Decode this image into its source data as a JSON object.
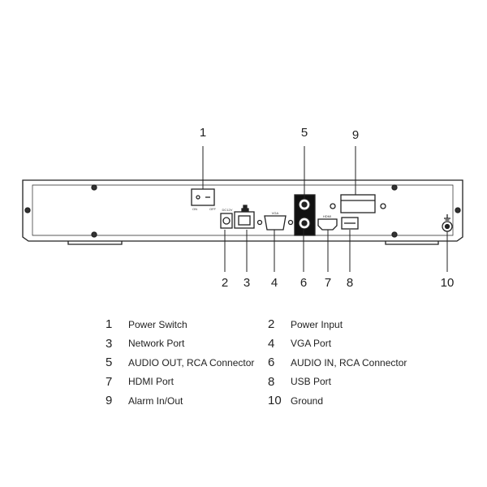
{
  "callouts": [
    "1",
    "2",
    "3",
    "4",
    "5",
    "6",
    "7",
    "8",
    "9",
    "10"
  ],
  "panel_marks": {
    "on": "ON",
    "off": "OFF",
    "power": "DC12V",
    "vga": "VGA",
    "hdmi": "HDMI"
  },
  "legend": [
    {
      "num": "1",
      "label": "Power Switch"
    },
    {
      "num": "2",
      "label": "Power Input"
    },
    {
      "num": "3",
      "label": "Network Port"
    },
    {
      "num": "4",
      "label": "VGA Port"
    },
    {
      "num": "5",
      "label": "AUDIO OUT, RCA Connector"
    },
    {
      "num": "6",
      "label": "AUDIO IN, RCA Connector"
    },
    {
      "num": "7",
      "label": "HDMI Port"
    },
    {
      "num": "8",
      "label": "USB Port"
    },
    {
      "num": "9",
      "label": "Alarm In/Out"
    },
    {
      "num": "10",
      "label": "Ground"
    }
  ]
}
